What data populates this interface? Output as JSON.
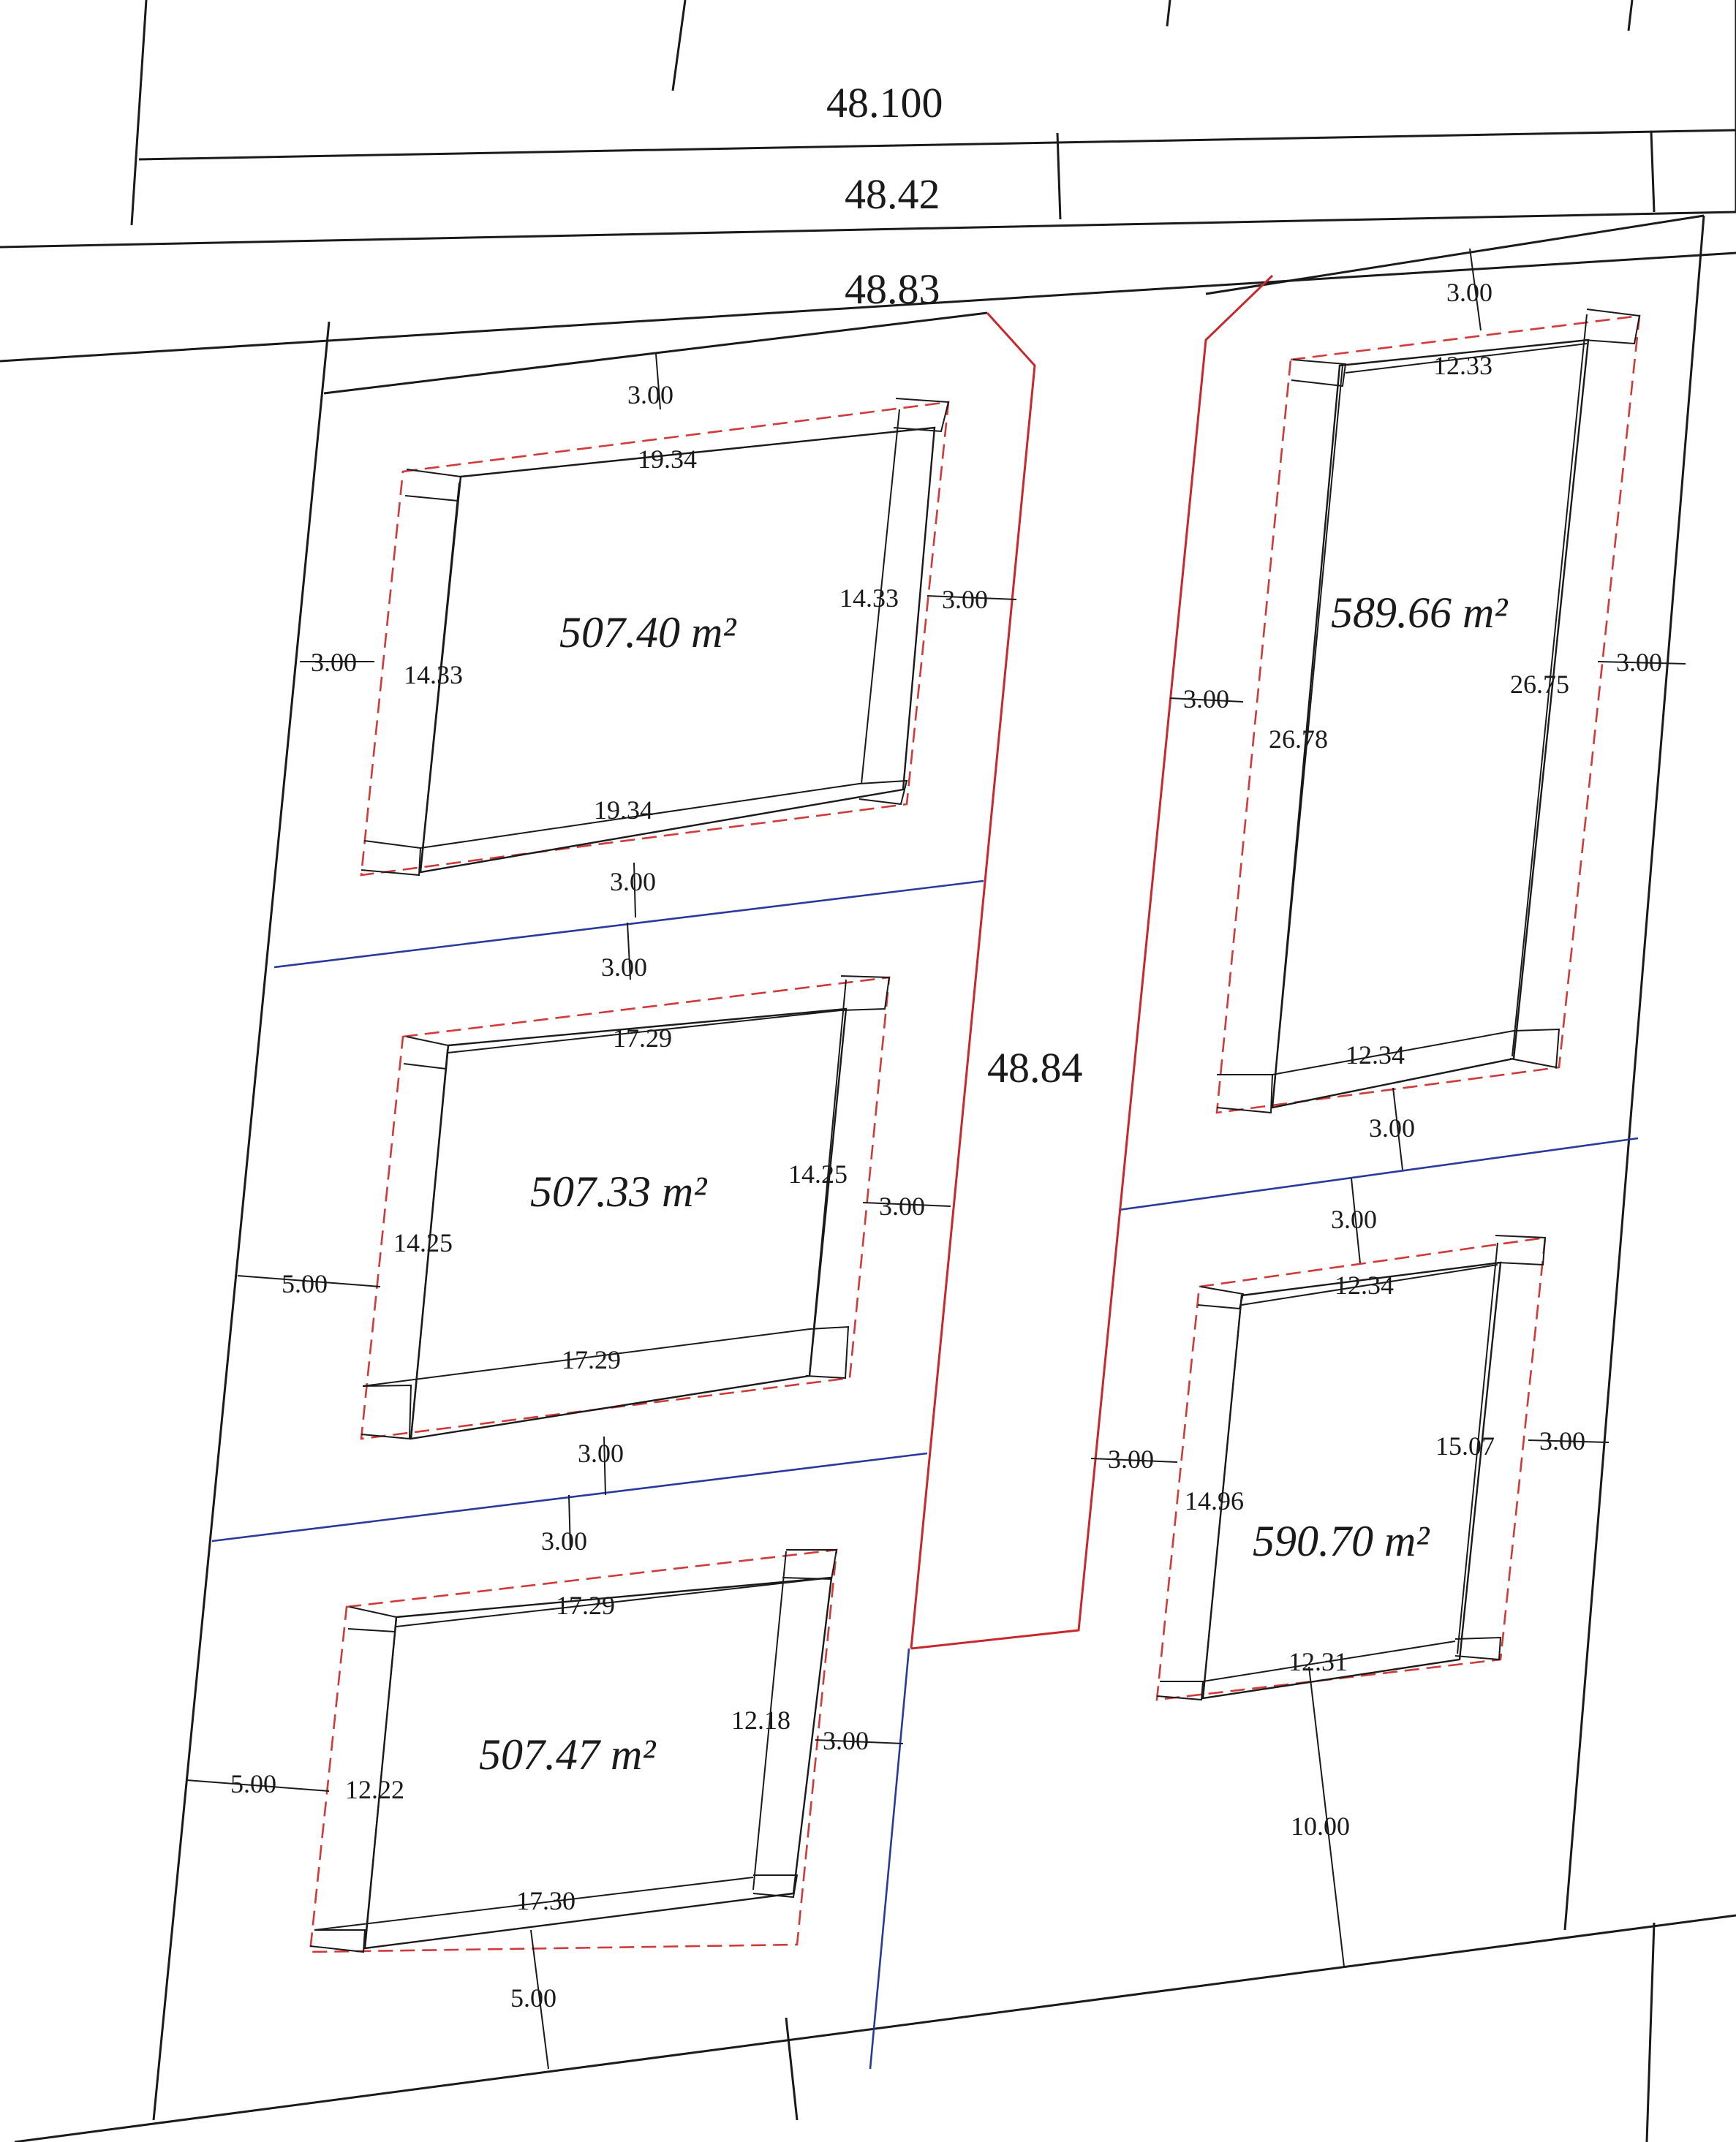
{
  "street_levels": [
    "48.100",
    "48.42",
    "48.83"
  ],
  "access_road_level": "48.84",
  "plots": [
    {
      "area": "507.40 m²",
      "top_length": "19.34",
      "bottom_length": "19.34",
      "left_depth": "14.33",
      "right_depth": "14.33",
      "setback_top": "3.00",
      "setback_bottom": "3.00",
      "setback_left": "3.00",
      "setback_right": "3.00"
    },
    {
      "area": "507.33 m²",
      "top_length": "17.29",
      "bottom_length": "17.29",
      "left_depth": "14.25",
      "right_depth": "14.25",
      "setback_top": "3.00",
      "setback_bottom": "3.00",
      "setback_left": "5.00",
      "setback_right": "3.00"
    },
    {
      "area": "507.47 m²",
      "top_length": "17.29",
      "bottom_length": "17.30",
      "left_depth": "12.22",
      "right_depth": "12.18",
      "setback_top": "3.00",
      "setback_bottom": "5.00",
      "setback_left": "5.00",
      "setback_right": "3.00"
    },
    {
      "area": "589.66 m²",
      "top_length": "12.33",
      "bottom_length": "12.34",
      "left_depth": "26.78",
      "right_depth": "26.75",
      "setback_top": "3.00",
      "setback_bottom": "3.00",
      "setback_left": "3.00",
      "setback_right": "3.00"
    },
    {
      "area": "590.70 m²",
      "top_length": "12.34",
      "bottom_length": "12.31",
      "left_depth": "14.96",
      "right_depth": "15.07",
      "setback_top": "3.00",
      "setback_bottom": "10.00",
      "setback_left": "3.00",
      "setback_right": "3.00"
    }
  ]
}
